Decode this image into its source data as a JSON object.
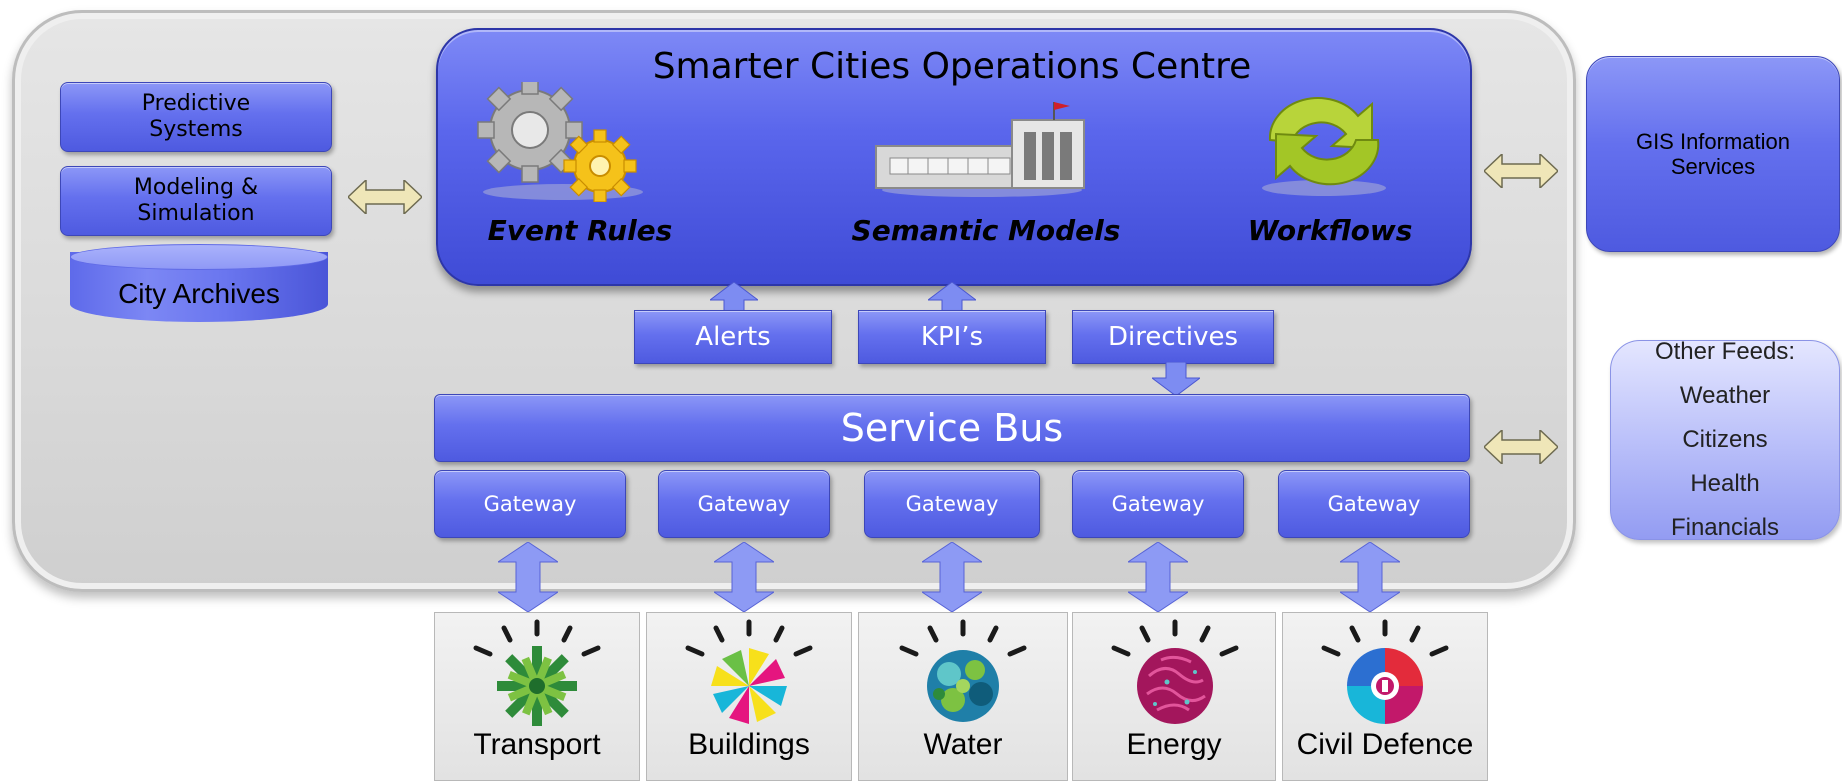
{
  "ops_centre": {
    "title": "Smarter Cities Operations Centre",
    "components": [
      "Event Rules",
      "Semantic Models",
      "Workflows"
    ]
  },
  "left_stack": {
    "predictive": "Predictive\nSystems",
    "modeling": "Modeling &\nSimulation",
    "archives": "City Archives"
  },
  "messages": {
    "alerts": "Alerts",
    "kpis": "KPI’s",
    "directives": "Directives"
  },
  "service_bus": "Service Bus",
  "gateways": [
    "Gateway",
    "Gateway",
    "Gateway",
    "Gateway",
    "Gateway"
  ],
  "domains": [
    "Transport",
    "Buildings",
    "Water",
    "Energy",
    "Civil Defence"
  ],
  "gis": "GIS Information\nServices",
  "other_feeds": {
    "title": "Other Feeds:",
    "items": [
      "Weather",
      "Citizens",
      "Health",
      "Financials"
    ]
  },
  "colors": {
    "box_blue": "#5a66ec",
    "panel_grey": "#d9d9d9",
    "arrow_blue": "#7d8cf2",
    "arrow_cream": "#efe6b8"
  }
}
